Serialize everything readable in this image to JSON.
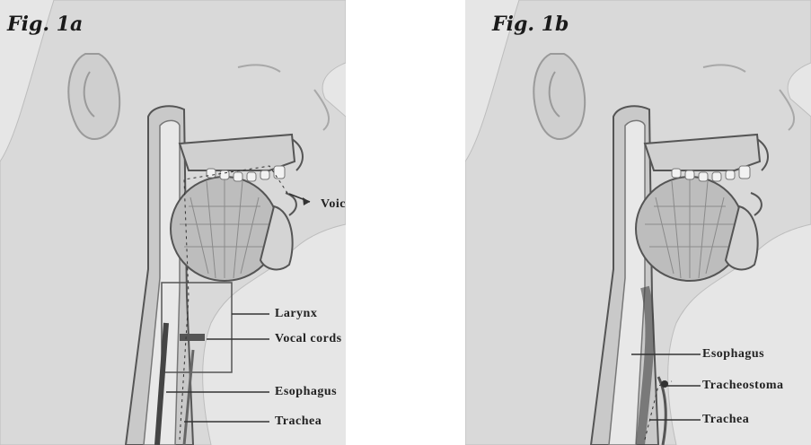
{
  "figures": [
    {
      "title": "Fig. 1a",
      "labels": {
        "voice": "Voice",
        "larynx": "Larynx",
        "vocal_cords": "Vocal cords",
        "esophagus": "Esophagus",
        "trachea": "Trachea"
      }
    },
    {
      "title": "Fig. 1b",
      "labels": {
        "esophagus": "Esophagus",
        "tracheostoma": "Tracheostoma",
        "trachea": "Trachea"
      }
    }
  ]
}
